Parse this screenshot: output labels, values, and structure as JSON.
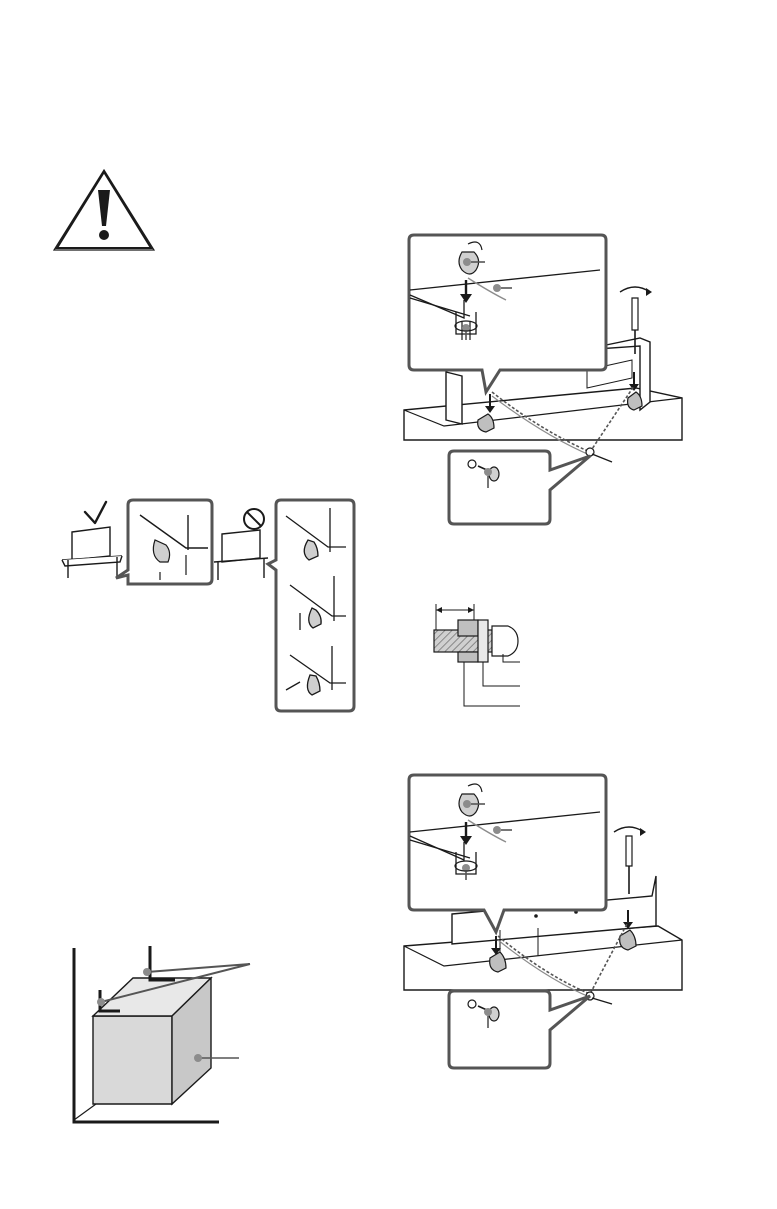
{
  "page": {
    "background": "#ffffff",
    "ink": "#1a1a1a",
    "callout_border": "#555555",
    "fill_gray": "#d9d9d9",
    "stripe_gray": "#8c8c8c"
  },
  "figures": {
    "warning": {
      "icon": "warning-triangle-icon"
    },
    "tv_placement": {
      "correct_mark_icon": "check-mark-icon",
      "incorrect_mark_icon": "prohibited-icon"
    },
    "wall_corner": {
      "icon": "furniture-against-wall-illustration"
    },
    "anchor_kit_1": {
      "icon": "strap-and-screw-illustration"
    },
    "screw_detail": {
      "icon": "screw-cross-section-illustration"
    },
    "anchor_kit_2": {
      "icon": "strap-and-screw-illustration"
    }
  }
}
